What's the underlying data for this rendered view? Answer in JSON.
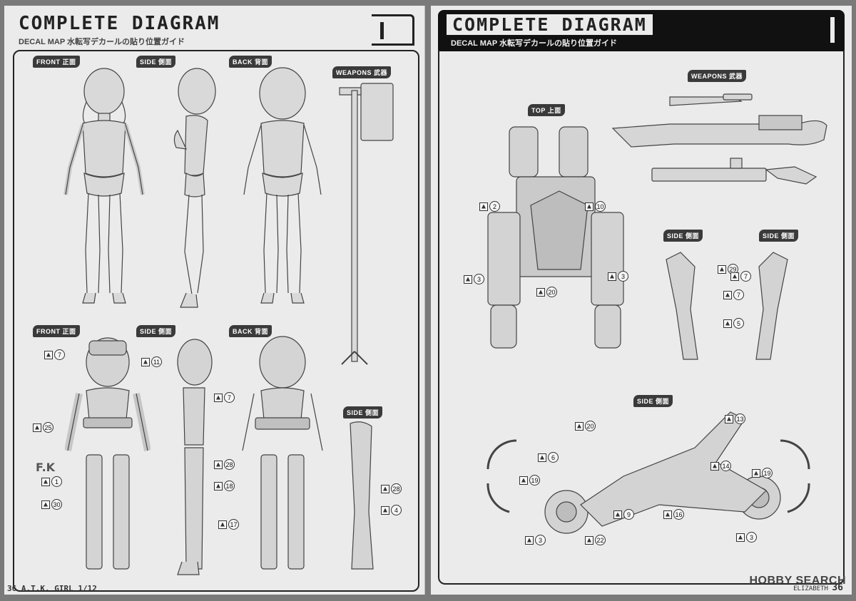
{
  "left_page": {
    "title": "COMPLETE DIAGRAM",
    "subtitle": "DECAL MAP 水転写デカールの貼り位置ガイド",
    "labels": {
      "front1": "FRONT",
      "front1_jp": "正面",
      "side1": "SIDE",
      "side1_jp": "側面",
      "back1": "BACK",
      "back1_jp": "背面",
      "weapons": "WEAPONS",
      "weapons_jp": "武器",
      "front2": "FRONT",
      "front2_jp": "正面",
      "side2": "SIDE",
      "side2_jp": "側面",
      "back2": "BACK",
      "back2_jp": "背面",
      "side3": "SIDE",
      "side3_jp": "側面"
    },
    "mark_fk": "F.K",
    "callouts": [
      "7",
      "11",
      "25",
      "1",
      "30",
      "7",
      "28",
      "18",
      "17",
      "28",
      "4"
    ],
    "footer": "36 A.T.K. GIRL 1/12"
  },
  "right_page": {
    "title": "COMPLETE DIAGRAM",
    "subtitle": "DECAL MAP 水転写デカールの貼り位置ガイド",
    "labels": {
      "weapons": "WEAPONS",
      "weapons_jp": "武器",
      "top": "TOP",
      "top_jp": "上面",
      "side_a": "SIDE",
      "side_a_jp": "側面",
      "side_b": "SIDE",
      "side_b_jp": "側面",
      "side_c": "SIDE",
      "side_c_jp": "側面"
    },
    "callouts_top": [
      "2",
      "10",
      "3",
      "20",
      "3"
    ],
    "callouts_side": [
      "29",
      "7",
      "7",
      "5"
    ],
    "callouts_bike": [
      "20",
      "13",
      "6",
      "14",
      "19",
      "19",
      "9",
      "16",
      "3",
      "22",
      "3"
    ],
    "footer_name": "ELIZABETH",
    "page_number": "36"
  },
  "watermark": "HOBBY SEARCH",
  "icons": [
    "decal-marker-icon",
    "callout-circle-icon"
  ]
}
